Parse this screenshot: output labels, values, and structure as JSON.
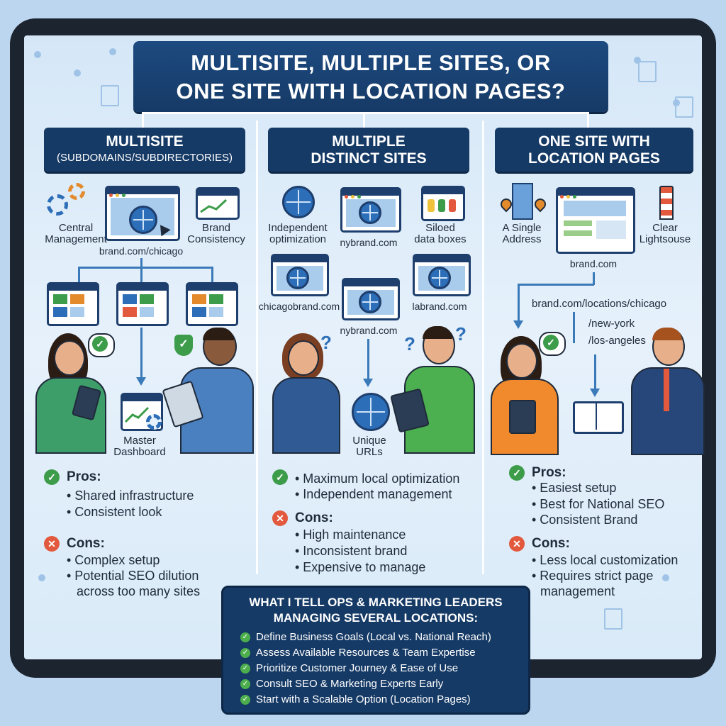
{
  "title": {
    "line1": "MULTISITE, MULTIPLE SITES, OR",
    "line2": "ONE SITE WITH LOCATION PAGES?"
  },
  "columns": [
    {
      "header_line1": "MULTISITE",
      "header_line2": "(SUBDOMAINS/SUBDIRECTORIES)",
      "labels": {
        "central": "Central\nManagement",
        "brand": "Brand\nConsistency",
        "url": "brand.com/chicago",
        "dashboard": "Master\nDashboard"
      },
      "pros_title": "Pros:",
      "pros": [
        "• Shared infrastructure",
        "• Consistent look"
      ],
      "cons_title": "Cons:",
      "cons": [
        "• Complex setup",
        "• Potential SEO dilution",
        "across too many sites"
      ]
    },
    {
      "header_line1": "MULTIPLE",
      "header_line2": "DISTINCT SITES",
      "labels": {
        "independent": "Independent\noptimization",
        "main": "nybrand.com",
        "siloed": "Siloed\ndata boxes",
        "chicago": "chicagobrand.com",
        "ny": "nybrand.com",
        "la": "labrand.com",
        "urls": "Unique\nURLs"
      },
      "pros": [
        "• Maximum local optimization",
        "• Independent management"
      ],
      "cons_title": "Cons:",
      "cons": [
        "• High maintenance",
        "• Inconsistent brand",
        "• Expensive to manage"
      ]
    },
    {
      "header_line1": "ONE SITE WITH",
      "header_line2": "LOCATION PAGES",
      "labels": {
        "address": "A Single\nAddress",
        "lighthouse": "Clear\nLightsouse",
        "brand": "brand.com",
        "chicago": "brand.com/locations/chicago",
        "newyork": "/new-york",
        "la": "/los-angeles"
      },
      "pros_title": "Pros:",
      "pros": [
        "• Easiest setup",
        "• Best for National SEO",
        "• Consistent Brand"
      ],
      "cons_title": "Cons:",
      "cons": [
        "• Less local customization",
        "• Requires strict page",
        "management"
      ]
    }
  ],
  "advice": {
    "title_line1": "WHAT I TELL OPS & MARKETING LEADERS",
    "title_line2": "MANAGING SEVERAL LOCATIONS:",
    "items": [
      "Define Business Goals (Local vs. National Reach)",
      "Assess Available Resources & Team Expertise",
      "Prioritize Customer Journey & Ease of Use",
      "Consult SEO & Marketing Experts Early",
      "Start with a Scalable Option (Location Pages)"
    ]
  },
  "colors": {
    "navy": "#163a66",
    "accent_blue": "#2d6eb8",
    "pro_green": "#3c9c4a",
    "con_red": "#e2593d"
  }
}
